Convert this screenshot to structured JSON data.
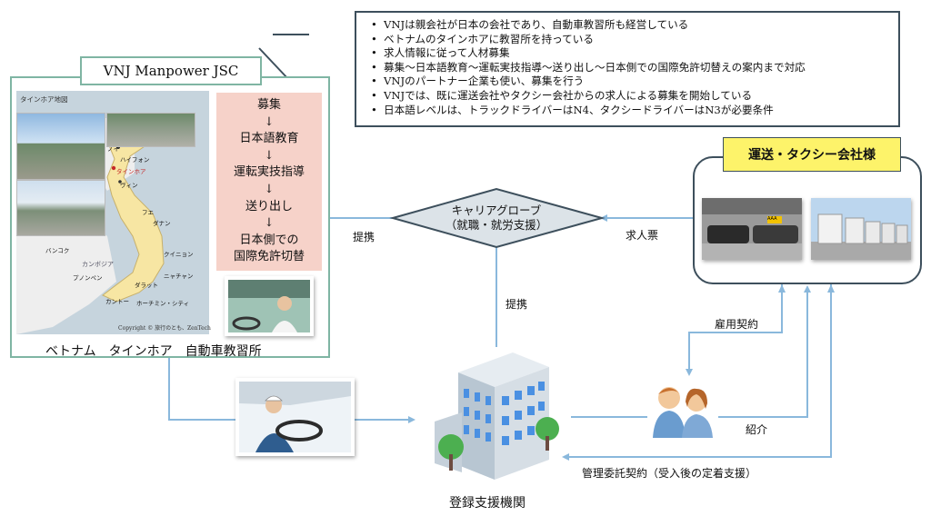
{
  "bubble_items": [
    "VNJは親会社が日本の会社であり、自動車教習所も経営している",
    "ベトナムのタインホアに教習所を持っている",
    "求人情報に従って人材募集",
    "募集～日本語教育～運転実技指導～送り出し～日本側での国際免許切替えの案内まで対応",
    "VNJのパートナー企業も使い、募集を行う",
    "VNJでは、既に運送会社やタクシー会社からの求人による募集を開始している",
    "日本語レベルは、トラックドライバーはN4、タクシードライバーはN3が必要条件"
  ],
  "vnj": {
    "title": "VNJ Manpower JSC",
    "caption": "ベトナム　タインホア　自動車教習所",
    "map": {
      "title": "タインホア地図",
      "places": {
        "hanoi": "ノイ",
        "haiphong": "ハイフォン",
        "thanhhoa": "タインホア",
        "vinh": "ヴィン",
        "hue": "フエ",
        "danang": "ダナン",
        "quinhon": "クイニョン",
        "nhatrang": "ニャチャン",
        "dalat": "ダラット",
        "hcm": "ホーチミン・シティ",
        "cantho": "カントー",
        "bangkok": "バンコク",
        "cambodia": "カンボジア",
        "phnompenh": "プノンペン"
      },
      "copyright": "Copyright © 旅行のとも、ZenTech"
    },
    "flow_steps": [
      "募集",
      "↓",
      "日本語教育",
      "↓",
      "運転実技指導",
      "↓",
      "送り出し",
      "↓",
      "日本側での",
      "国際免許切替"
    ]
  },
  "career_group": {
    "line1": "キャリアグローブ",
    "line2": "（就職・就労支援）"
  },
  "labels": {
    "teikei_left": "提携",
    "kyujinhyo": "求人票",
    "teikei_bottom": "提携",
    "koyou": "雇用契約",
    "shokai": "紹介",
    "kanri": "管理委託契約（受入後の定着支援）",
    "registered": "登録支援機関"
  },
  "company": {
    "title": "運送・タクシー会社様",
    "taxi_sign": "AAA"
  },
  "colors": {
    "arrow": "#8ab8dc",
    "frame_green": "#7fb5a3",
    "frame_dark": "#3d4f5c",
    "flow_bg": "#f6d2c9",
    "company_title_bg": "#fdf36a"
  }
}
